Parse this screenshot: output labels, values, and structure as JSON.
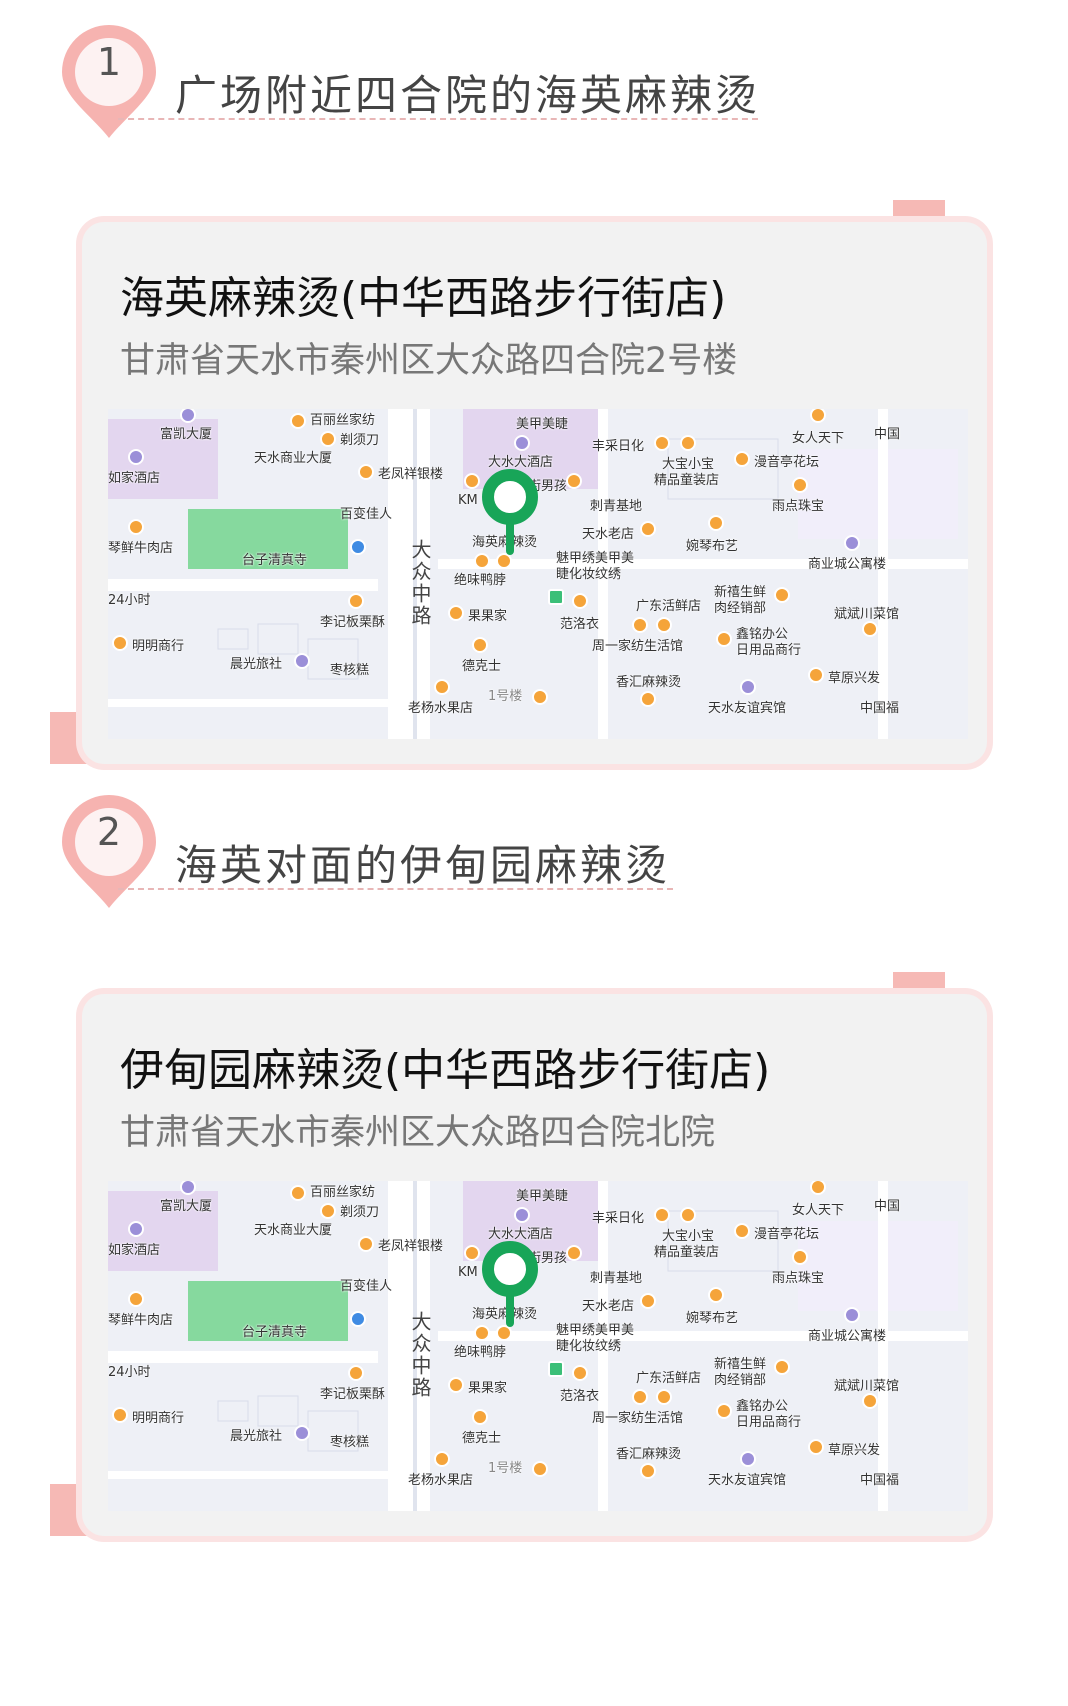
{
  "sections": [
    {
      "number": "1",
      "title": "广场附近四合院的海英麻辣烫",
      "shop": {
        "name": "海英麻辣烫(中华西路步行街店)",
        "address": "甘肃省天水市秦州区大众路四合院2号楼"
      }
    },
    {
      "number": "2",
      "title": "海英对面的伊甸园麻辣烫",
      "shop": {
        "name": "伊甸园麻辣烫(中华西路步行街店)",
        "address": "甘肃省天水市秦州区大众路四合院北院"
      }
    }
  ],
  "map_labels": {
    "fukai": "富凯大厦",
    "baili": "百丽丝家纺",
    "tixudao": "剃须刀",
    "tianshui_mall": "天水商业大厦",
    "rujia": "如家酒店",
    "laofengxiang": "老凤祥银楼",
    "baibian": "百变佳人",
    "qinxian": "琴鲜牛肉店",
    "taizi": "台子清真寺",
    "h24": "24小时",
    "liji": "李记板栗酥",
    "mingming": "明明商行",
    "chenguang": "晨光旅社",
    "zaohe": "枣核糕",
    "road": "大众中路",
    "meijia": "美甲美睫",
    "dashui": "大水大酒店",
    "nanhai": "街男孩",
    "km": "KM",
    "haiying": "海英麻辣烫",
    "juewei": "绝味鸭脖",
    "guoguo": "果果家",
    "deke": "德克士",
    "laoyang": "老杨水果店",
    "lou1": "1号楼",
    "fengcai": "丰采日化",
    "dabao": "大宝小宝",
    "jingpin": "精品童装店",
    "ciqing": "刺青基地",
    "tianshui_old": "天水老店",
    "meijia2": "魅甲绣美甲美",
    "jiehua": "睫化妆纹绣",
    "fanluoyi": "范洛衣",
    "guangdong": "广东活鲜店",
    "zhouyi": "周一家纺生活馆",
    "xianghui": "香汇麻辣烫",
    "wanqin": "婉琴布艺",
    "xinfu": "新禧生鲜",
    "roujing": "肉经销部",
    "xinming": "鑫铭办公",
    "riyong": "日用品商行",
    "nvren": "女人天下",
    "manyin": "漫音亭花坛",
    "yudian": "雨点珠宝",
    "shangye": "商业城公寓楼",
    "binbin": "斌斌川菜馆",
    "caoyuan": "草原兴发",
    "zhongguo": "中国",
    "zhongguofu": "中国福",
    "tianshui_friend": "天水友谊宾馆"
  }
}
